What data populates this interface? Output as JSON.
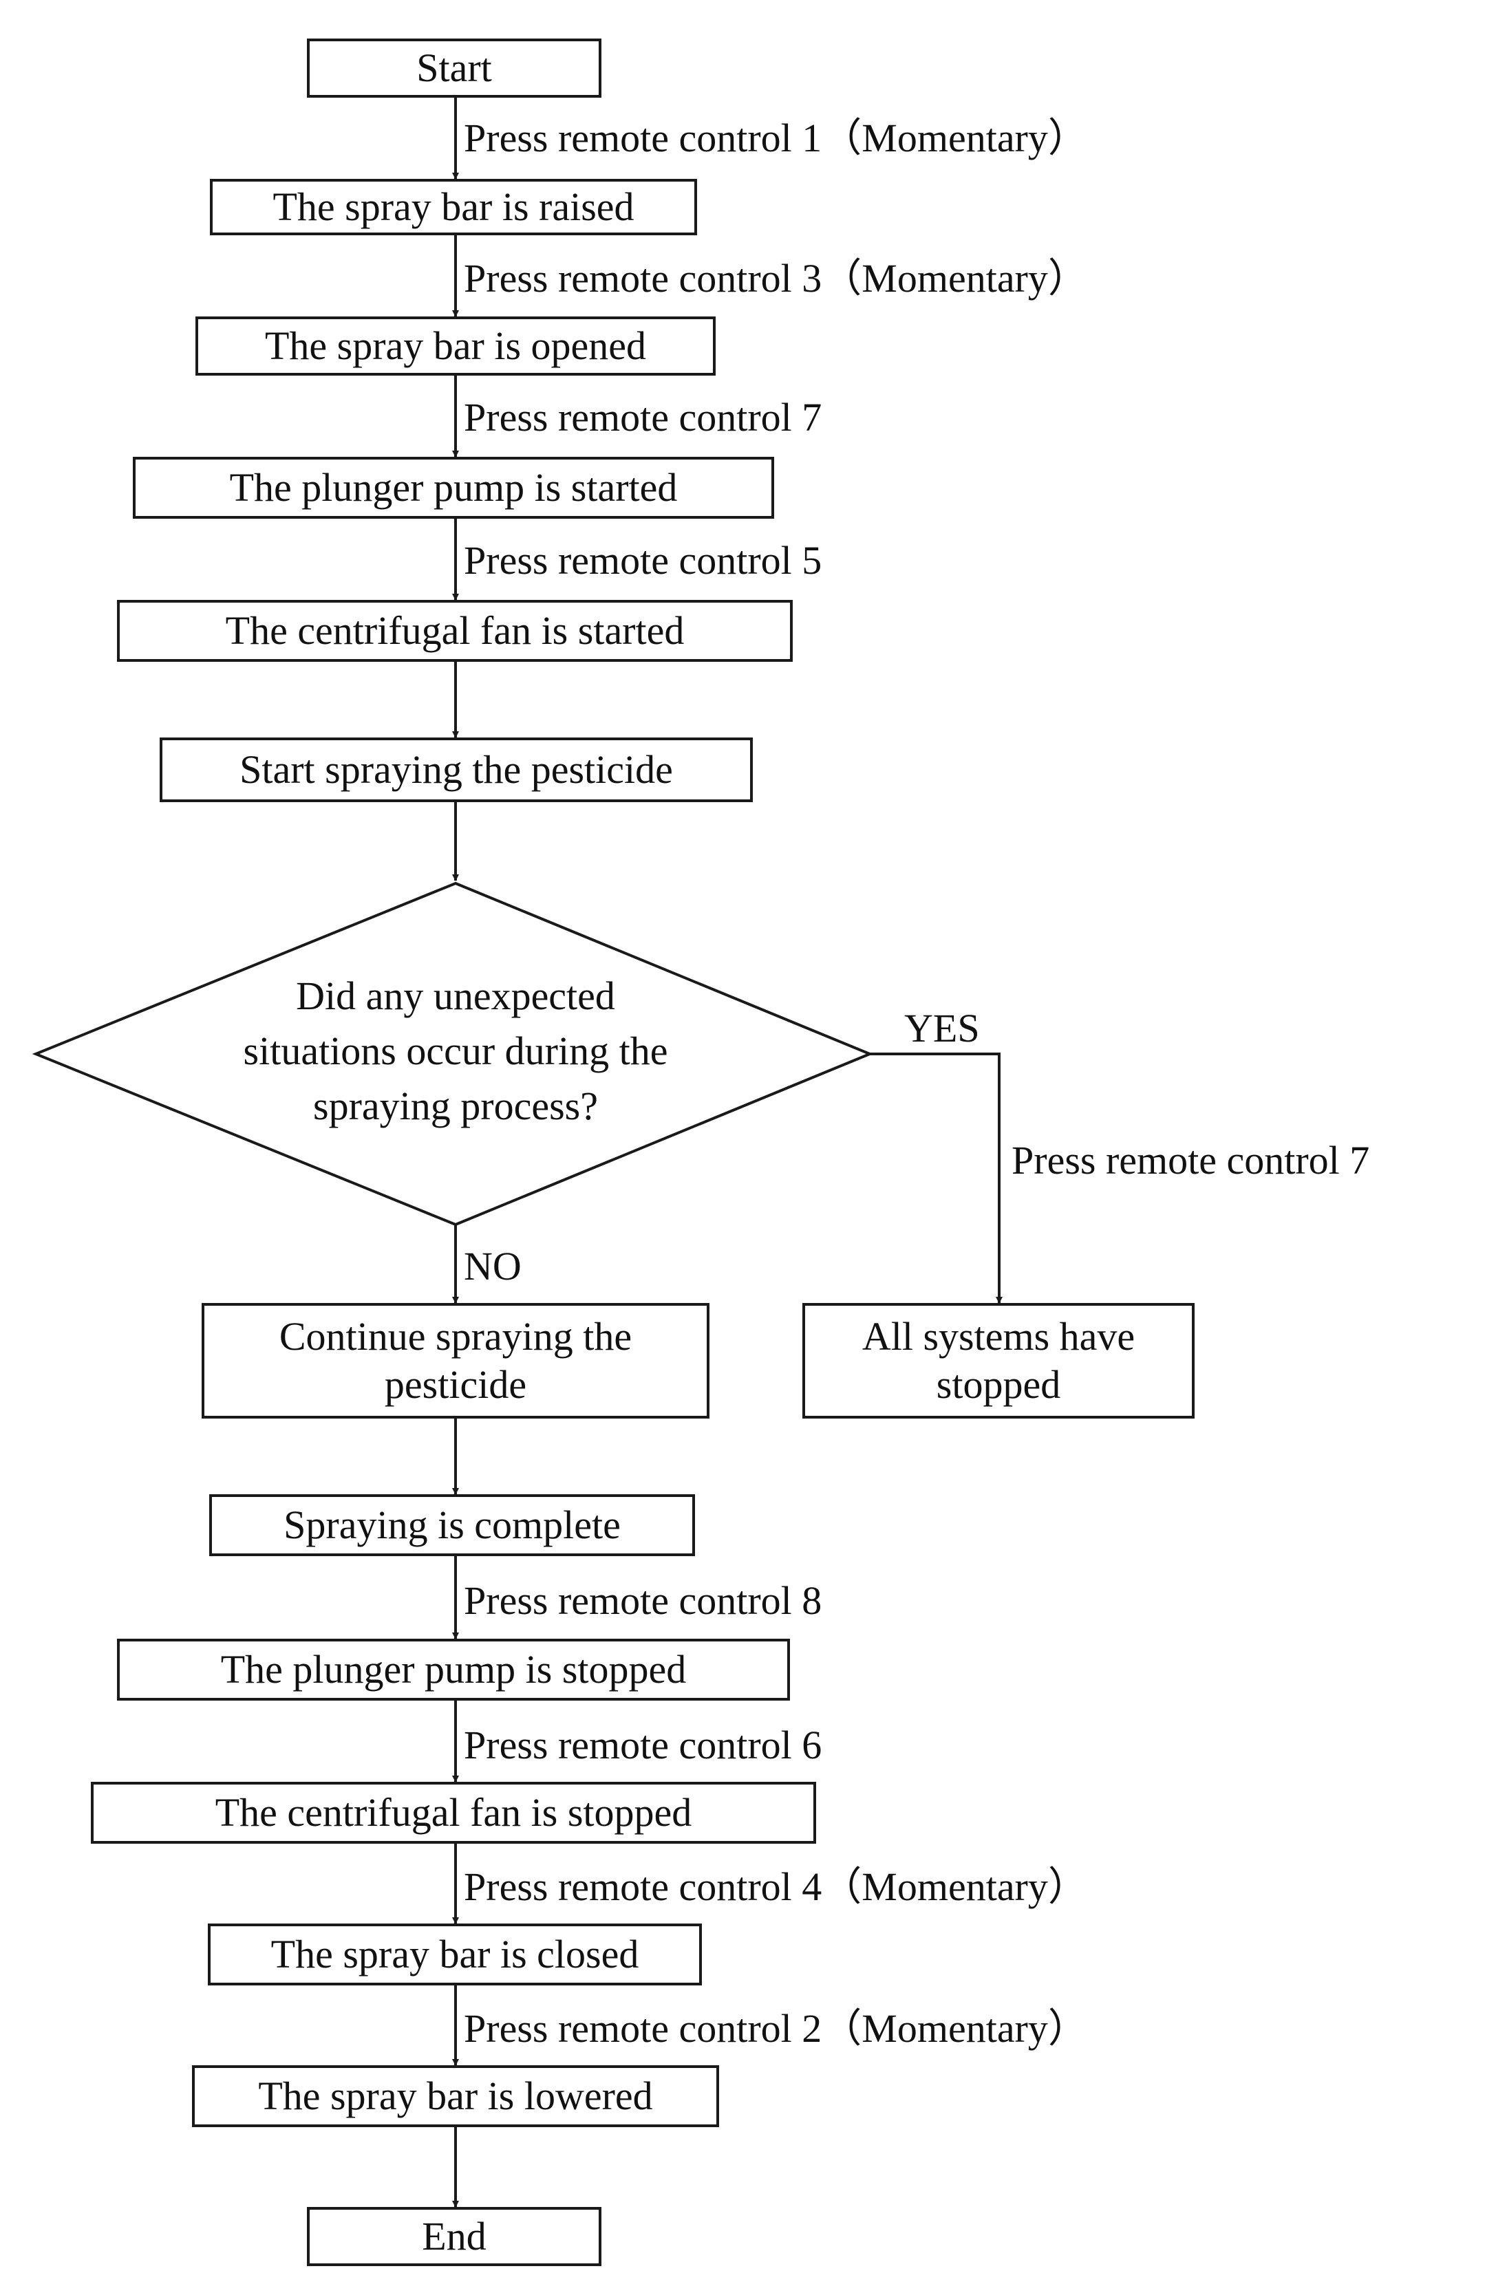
{
  "flowchart": {
    "nodes": {
      "start": "Start",
      "raise": "The spray bar is raised",
      "open": "The spray bar is opened",
      "pump_start": "The plunger pump is started",
      "fan_start": "The centrifugal fan is started",
      "spray_start": "Start spraying the pesticide",
      "decision": "Did any unexpected situations occur during the spraying process?",
      "continue": "Continue spraying the pesticide",
      "stopped_all": "All systems have stopped",
      "complete": "Spraying is complete",
      "pump_stop": "The plunger pump is stopped",
      "fan_stop": "The centrifugal fan is stopped",
      "close": "The spray bar is closed",
      "lower": "The spray bar is lowered",
      "end": "End"
    },
    "edge_labels": {
      "e1": "Press remote control 1（Momentary）",
      "e2": "Press remote control 3（Momentary）",
      "e3": "Press remote control 7",
      "e4": "Press remote control 5",
      "yes": "YES",
      "yes_action": "Press remote control 7",
      "no": "NO",
      "e5": "Press remote control 8",
      "e6": "Press remote control 6",
      "e7": "Press remote control 4（Momentary）",
      "e8": "Press remote control 2（Momentary）"
    }
  }
}
